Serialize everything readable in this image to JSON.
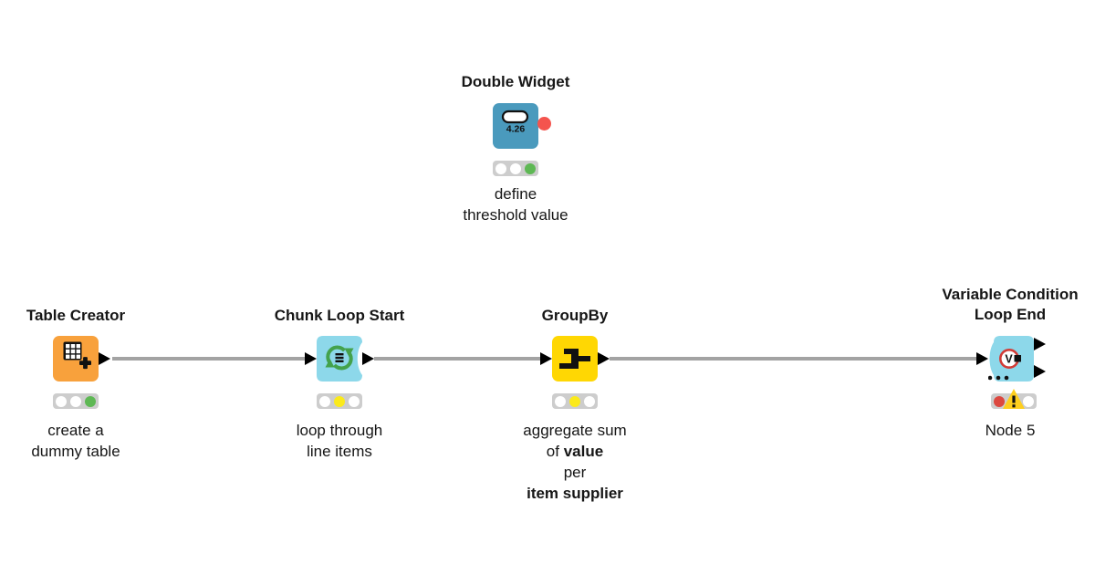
{
  "colors": {
    "canvas_bg": "#ffffff",
    "text": "#161616",
    "connection": "#a3a3a3",
    "port": "#000000",
    "node_blue": "#4a9abd",
    "node_orange": "#f8a13c",
    "node_lightblue": "#8dd8ea",
    "node_yellow": "#ffd703",
    "flowvar_red": "#f4544e",
    "traffic_bg": "#cdcdcd",
    "traffic_off": "#ffffff",
    "traffic_green": "#5eb854",
    "traffic_yellow": "#fbea1b",
    "traffic_red": "#dc4840",
    "warning_yellow": "#fdce1e",
    "icon_green": "#44a24c",
    "icon_ring_red": "#d23b36",
    "icon_black": "#111111"
  },
  "nodes": {
    "double_widget": {
      "title": "Double Widget",
      "icon": "double-input-widget-icon",
      "icon_value": "4.26",
      "caption": [
        "define",
        "threshold value"
      ],
      "traffic": [
        "off",
        "off",
        "green"
      ]
    },
    "table_creator": {
      "title": "Table Creator",
      "icon": "table-grid-plus-icon",
      "caption": [
        "create a",
        "dummy table"
      ],
      "traffic": [
        "off",
        "off",
        "green"
      ]
    },
    "chunk_loop_start": {
      "title": "Chunk Loop Start",
      "icon": "loop-arrows-icon",
      "caption": [
        "loop through",
        "line items"
      ],
      "traffic": [
        "off",
        "yellow",
        "off"
      ]
    },
    "groupby": {
      "title": "GroupBy",
      "icon": "group-merge-icon",
      "caption_rich": [
        [
          {
            "t": "aggregate sum",
            "b": false
          }
        ],
        [
          {
            "t": "of ",
            "b": false
          },
          {
            "t": "value",
            "b": true
          }
        ],
        [
          {
            "t": "per",
            "b": false
          }
        ],
        [
          {
            "t": "item supplier",
            "b": true
          }
        ]
      ],
      "traffic": [
        "off",
        "yellow",
        "off"
      ]
    },
    "loop_end": {
      "title_lines": [
        "Variable Condition",
        "Loop End"
      ],
      "icon": "variable-condition-loop-icon",
      "icon_letter": "V",
      "caption": [
        "Node 5"
      ],
      "traffic": [
        "red",
        "warning",
        "off"
      ]
    }
  }
}
